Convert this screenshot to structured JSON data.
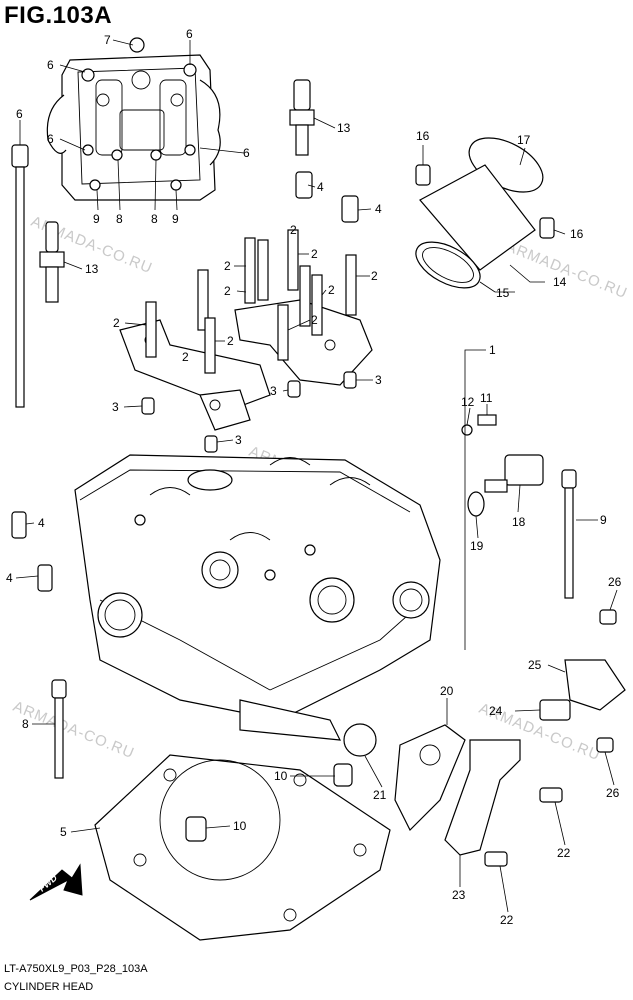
{
  "figure": {
    "title": "FIG.103A",
    "code": "LT-A750XL9_P03_P28_103A",
    "name": "CYLINDER HEAD",
    "fwd_label": "FWD",
    "watermark": "ARMADA-CO.RU"
  },
  "callouts": {
    "c1": "1",
    "c2a": "2",
    "c2b": "2",
    "c2c": "2",
    "c2d": "2",
    "c2e": "2",
    "c2f": "2",
    "c2g": "2",
    "c2h": "2",
    "c2i": "2",
    "c2j": "2",
    "c3a": "3",
    "c3b": "3",
    "c3c": "3",
    "c3d": "3",
    "c4a": "4",
    "c4b": "4",
    "c4c": "4",
    "c4d": "4",
    "c5": "5",
    "c6a": "6",
    "c6b": "6",
    "c6c": "6",
    "c6d": "6",
    "c6e": "6",
    "c7": "7",
    "c8a": "8",
    "c8b": "8",
    "c8c": "8",
    "c9a": "9",
    "c9b": "9",
    "c9c": "9",
    "c10a": "10",
    "c10b": "10",
    "c11": "11",
    "c12": "12",
    "c13a": "13",
    "c13b": "13",
    "c14": "14",
    "c15": "15",
    "c16a": "16",
    "c16b": "16",
    "c17": "17",
    "c18": "18",
    "c19": "19",
    "c20": "20",
    "c21": "21",
    "c22a": "22",
    "c22b": "22",
    "c23": "23",
    "c24": "24",
    "c25": "25",
    "c26a": "26",
    "c26b": "26"
  }
}
